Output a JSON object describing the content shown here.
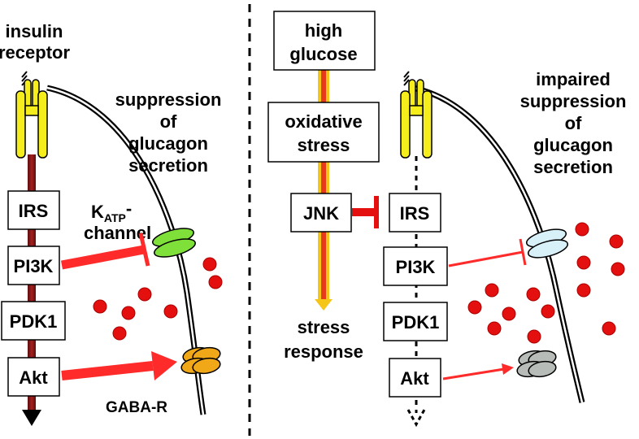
{
  "left_panel": {
    "receptor_label_line1": "insulin",
    "receptor_label_line2": "receptor",
    "outcome_line1": "suppression",
    "outcome_line2": "of",
    "outcome_line3": "glucagon",
    "outcome_line4": "secretion",
    "katp_main": "K",
    "katp_sub": "ATP",
    "katp_suffix": "-",
    "channel_label": "channel",
    "gaba_label": "GABA-R",
    "boxes": [
      "IRS",
      "PI3K",
      "PDK1",
      "Akt"
    ]
  },
  "middle_panel": {
    "high_glucose_line1": "high",
    "high_glucose_line2": "glucose",
    "oxidative_line1": "oxidative",
    "oxidative_line2": "stress",
    "jnk": "JNK",
    "stress_line1": "stress",
    "stress_line2": "response"
  },
  "right_panel": {
    "outcome_line1": "impaired",
    "outcome_line2": "suppression",
    "outcome_line3": "of",
    "outcome_line4": "glucagon",
    "outcome_line5": "secretion",
    "boxes": [
      "IRS",
      "PI3K",
      "PDK1",
      "Akt"
    ]
  },
  "colors": {
    "receptor": "#f5ee1c",
    "signal_active": "#8b1a1a",
    "inhibition": "#ff2a2a",
    "katp_active": "#7fe03a",
    "gaba_active": "#f0a818",
    "katp_impaired": "#d8f0f8",
    "gaba_impaired": "#b8bcb8",
    "glucagon_granule": "#e41010",
    "stress_arrow": "#f5c518",
    "stress_arrow_core": "#e83a1a"
  }
}
